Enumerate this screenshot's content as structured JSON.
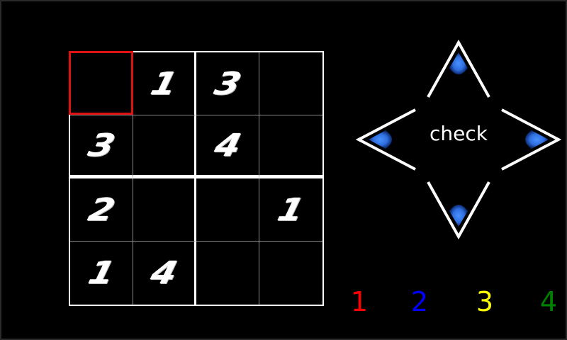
{
  "grid": {
    "cells": [
      [
        "",
        "1",
        "3",
        ""
      ],
      [
        "3",
        "",
        "4",
        ""
      ],
      [
        "2",
        "",
        "",
        "1"
      ],
      [
        "1",
        "4",
        "",
        ""
      ]
    ],
    "selected": {
      "row": 0,
      "col": 0
    },
    "selection_color": "#dd1111"
  },
  "dpad": {
    "check_label": "check",
    "arrow_color": "#2f6fe0",
    "icons": [
      "arrow-up-icon",
      "arrow-down-icon",
      "arrow-left-icon",
      "arrow-right-icon"
    ]
  },
  "palette": {
    "numbers": [
      {
        "label": "1",
        "color": "#ff0000"
      },
      {
        "label": "2",
        "color": "#0000ff"
      },
      {
        "label": "3",
        "color": "#ffff00"
      },
      {
        "label": "4",
        "color": "#008000"
      }
    ]
  }
}
